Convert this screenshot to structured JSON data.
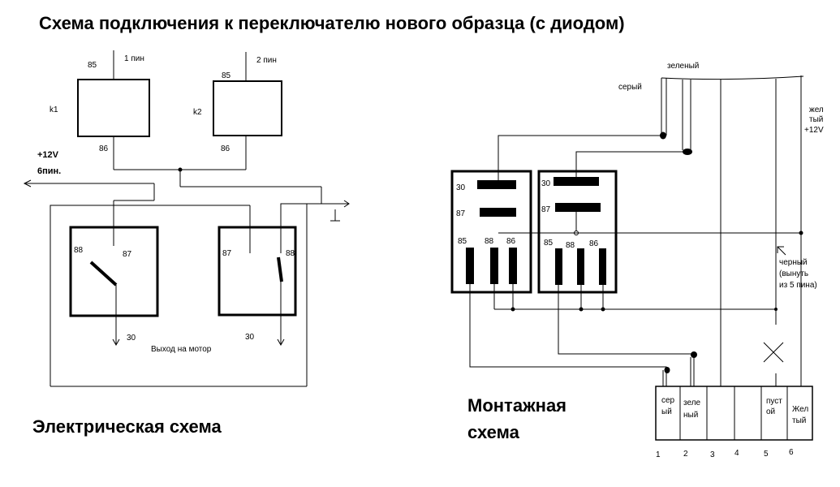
{
  "title": "Схема подключения к переключателю нового образца (с диодом)",
  "electrical": {
    "caption": "Электрическая схема",
    "relay_k1": "k1",
    "relay_k2": "k2",
    "pin1": "1 пин",
    "pin2": "2 пин",
    "p85_k1": "85",
    "p86_k1": "86",
    "p85_k2": "85",
    "p86_k2": "86",
    "supply_line1": "+12V",
    "supply_line2": "6пин.",
    "sw1_88": "88",
    "sw1_87": "87",
    "sw1_30": "30",
    "sw2_87": "87",
    "sw2_88": "88",
    "sw2_30": "30",
    "motor_output": "Выход на мотор"
  },
  "mounting": {
    "caption_line1": "Монтажная",
    "caption_line2": "схема",
    "wire_gray_top": "серый",
    "wire_green_top": "зеленый",
    "wire_yellow_l1": "жел",
    "wire_yellow_l2": "тый",
    "wire_yellow_l3": "+12V",
    "wire_black_l1": "черный",
    "wire_black_l2": "(вынуть",
    "wire_black_l3": "из 5 пина)",
    "relay1": {
      "p30": "30",
      "p87": "87",
      "p85": "85",
      "p88": "88",
      "p86": "86"
    },
    "relay2": {
      "p30": "30",
      "p87": "87",
      "p85": "85",
      "p88": "88",
      "p86": "86"
    },
    "connector": {
      "c1_l1": "сер",
      "c1_l2": "ый",
      "c2_l1": "зеле",
      "c2_l2": "ный",
      "c5_l1": "пуст",
      "c5_l2": "ой",
      "c6_l1": "Жел",
      "c6_l2": "тый",
      "n1": "1",
      "n2": "2",
      "n3": "3",
      "n4": "4",
      "n5": "5",
      "n6": "6"
    }
  }
}
